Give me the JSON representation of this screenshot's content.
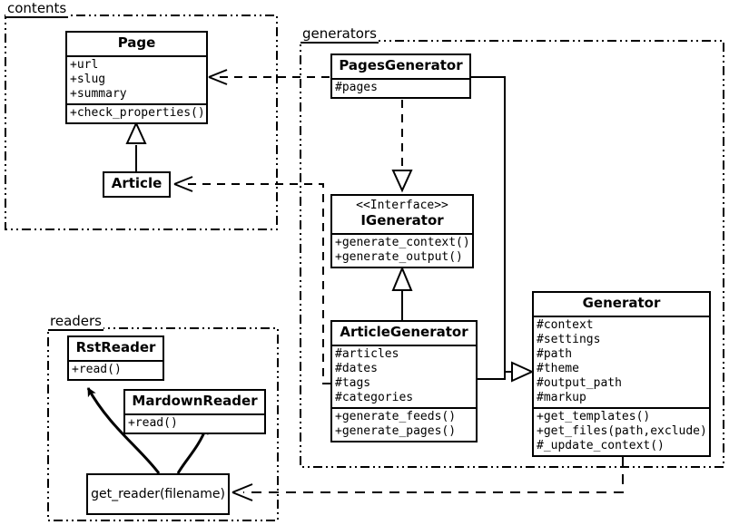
{
  "diagram": {
    "title": "UML class diagram",
    "stroke_color": "#000000",
    "background_color": "#ffffff"
  },
  "packages": [
    {
      "id": "contents",
      "label": "contents"
    },
    {
      "id": "generators",
      "label": "generators"
    },
    {
      "id": "readers",
      "label": "readers"
    }
  ],
  "classes": {
    "page": {
      "name": "Page",
      "attributes": [
        "+url",
        "+slug",
        "+summary"
      ],
      "methods": [
        "+check_properties()"
      ]
    },
    "article": {
      "name": "Article",
      "attributes": [],
      "methods": []
    },
    "pages_generator": {
      "name": "PagesGenerator",
      "attributes": [
        "#pages"
      ],
      "methods": []
    },
    "igenerator": {
      "stereotype": "<<Interface>>",
      "name": "IGenerator",
      "attributes": [],
      "methods": [
        "+generate_context()",
        "+generate_output()"
      ]
    },
    "article_generator": {
      "name": "ArticleGenerator",
      "attributes": [
        "#articles",
        "#dates",
        "#tags",
        "#categories"
      ],
      "methods": [
        "+generate_feeds()",
        "+generate_pages()"
      ]
    },
    "generator": {
      "name": "Generator",
      "attributes": [
        "#context",
        "#settings",
        "#path",
        "#theme",
        "#output_path",
        "#markup"
      ],
      "methods": [
        "+get_templates()",
        "+get_files(path,exclude)",
        "#_update_context()"
      ]
    },
    "rst_reader": {
      "name": "RstReader",
      "attributes": [],
      "methods": [
        "+read()"
      ]
    },
    "mardown_reader": {
      "name": "MardownReader",
      "attributes": [],
      "methods": [
        "+read()"
      ]
    }
  },
  "functions": {
    "get_reader": {
      "label": "get_reader(filename)"
    }
  },
  "relationships": [
    {
      "from": "pages_generator",
      "to": "page",
      "type": "dependency",
      "style": "dashed",
      "arrowhead": "open"
    },
    {
      "from": "article_generator",
      "to": "article",
      "type": "dependency",
      "style": "dashed",
      "arrowhead": "open"
    },
    {
      "from": "pages_generator",
      "to": "igenerator",
      "type": "realization",
      "style": "dashed",
      "arrowhead": "hollow-triangle"
    },
    {
      "from": "article_generator",
      "to": "igenerator",
      "type": "inheritance",
      "style": "solid",
      "arrowhead": "hollow-triangle"
    },
    {
      "from": "article",
      "to": "page",
      "type": "inheritance",
      "style": "solid",
      "arrowhead": "hollow-triangle"
    },
    {
      "from": "pages_generator",
      "to": "generator",
      "type": "inheritance",
      "style": "solid",
      "arrowhead": "hollow-triangle"
    },
    {
      "from": "article_generator",
      "to": "generator",
      "type": "inheritance",
      "style": "solid",
      "arrowhead": "hollow-triangle"
    },
    {
      "from": "generator",
      "to": "get_reader",
      "type": "dependency",
      "style": "dashed",
      "arrowhead": "open"
    },
    {
      "from": "get_reader",
      "to": "rst_reader",
      "type": "creates",
      "style": "curved",
      "arrowhead": "filled"
    },
    {
      "from": "get_reader",
      "to": "mardown_reader",
      "type": "creates",
      "style": "curved",
      "arrowhead": "filled"
    }
  ]
}
